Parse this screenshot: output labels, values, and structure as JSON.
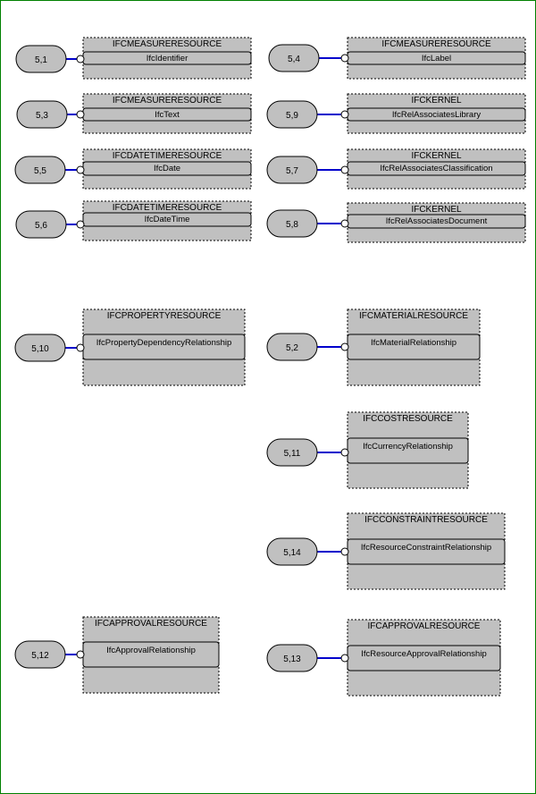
{
  "diagram": {
    "frame_color": "#008000",
    "connector_color": "#0000cc",
    "box_fill": "#c0c0c0",
    "nodes": [
      {
        "ref": "5,1",
        "schema": "IFCMEASURERESOURCE",
        "entity": "IfcIdentifier"
      },
      {
        "ref": "5,4",
        "schema": "IFCMEASURERESOURCE",
        "entity": "IfcLabel"
      },
      {
        "ref": "5,3",
        "schema": "IFCMEASURERESOURCE",
        "entity": "IfcText"
      },
      {
        "ref": "5,9",
        "schema": "IFCKERNEL",
        "entity": "IfcRelAssociatesLibrary"
      },
      {
        "ref": "5,5",
        "schema": "IFCDATETIMERESOURCE",
        "entity": "IfcDate"
      },
      {
        "ref": "5,7",
        "schema": "IFCKERNEL",
        "entity": "IfcRelAssociatesClassification"
      },
      {
        "ref": "5,6",
        "schema": "IFCDATETIMERESOURCE",
        "entity": "IfcDateTime"
      },
      {
        "ref": "5,8",
        "schema": "IFCKERNEL",
        "entity": "IfcRelAssociatesDocument"
      },
      {
        "ref": "5,10",
        "schema": "IFCPROPERTYRESOURCE",
        "entity": "IfcPropertyDependencyRelationship"
      },
      {
        "ref": "5,2",
        "schema": "IFCMATERIALRESOURCE",
        "entity": "IfcMaterialRelationship"
      },
      {
        "ref": "5,11",
        "schema": "IFCCOSTRESOURCE",
        "entity": "IfcCurrencyRelationship"
      },
      {
        "ref": "5,14",
        "schema": "IFCCONSTRAINTRESOURCE",
        "entity": "IfcResourceConstraintRelationship"
      },
      {
        "ref": "5,12",
        "schema": "IFCAPPROVALRESOURCE",
        "entity": "IfcApprovalRelationship"
      },
      {
        "ref": "5,13",
        "schema": "IFCAPPROVALRESOURCE",
        "entity": "IfcResourceApprovalRelationship"
      }
    ]
  }
}
